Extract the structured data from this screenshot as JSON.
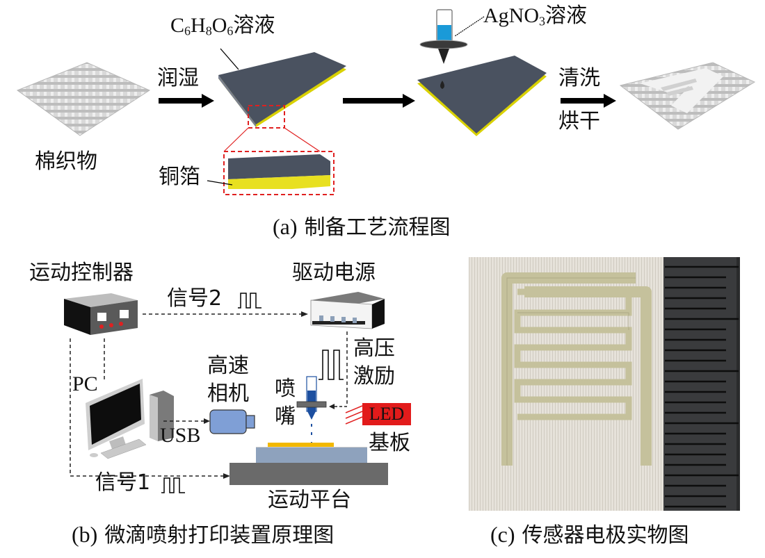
{
  "panel_a": {
    "caption_letter": "(a)",
    "caption_text": "制备工艺流程图",
    "fabric_label": "棉织物",
    "step1_label": "润湿",
    "solution1_formula": {
      "c": "C",
      "c_sub": "6",
      "h": "H",
      "h_sub": "8",
      "o": "O",
      "o_sub": "6",
      "suffix": "溶液"
    },
    "copper_label": "铜箔",
    "solution2_formula": {
      "base": "AgNO",
      "sub": "3",
      "suffix": "溶液"
    },
    "step3_label_top": "清洗",
    "step3_label_bottom": "烘干",
    "colors": {
      "substrate": "#4a5260",
      "copper": "#e8e020",
      "zoom_box": "#e02020",
      "solution": "#1a9ad8",
      "fabric": "#c8c8c8"
    }
  },
  "panel_b": {
    "caption_letter": "(b)",
    "caption_text": "微滴喷射打印装置原理图",
    "motion_controller_label": "运动控制器",
    "power_supply_label": "驱动电源",
    "signal2_label": "信号2",
    "signal1_label": "信号1",
    "pc_label": "PC",
    "usb_label": "USB",
    "camera_label_line1": "高速",
    "camera_label_line2": "相机",
    "nozzle_label_line1": "喷",
    "nozzle_label_line2": "嘴",
    "hv_label_line1": "高压",
    "hv_label_line2": "激励",
    "led_label": "LED",
    "substrate_label": "基板",
    "stage_label": "运动平台",
    "colors": {
      "led": "#e21b1b",
      "camera": "#7f9fd6",
      "substrate": "#8ea2bd",
      "stage": "#6a6a6a",
      "film": "#f2b800",
      "ink": "#1c4fa0"
    }
  },
  "panel_c": {
    "caption_letter": "(c)",
    "caption_text": "传感器电极实物图",
    "colors": {
      "fabric": "#e6e2da",
      "electrode": "#c8c4a0",
      "ruler": "#3a3b3d"
    }
  }
}
